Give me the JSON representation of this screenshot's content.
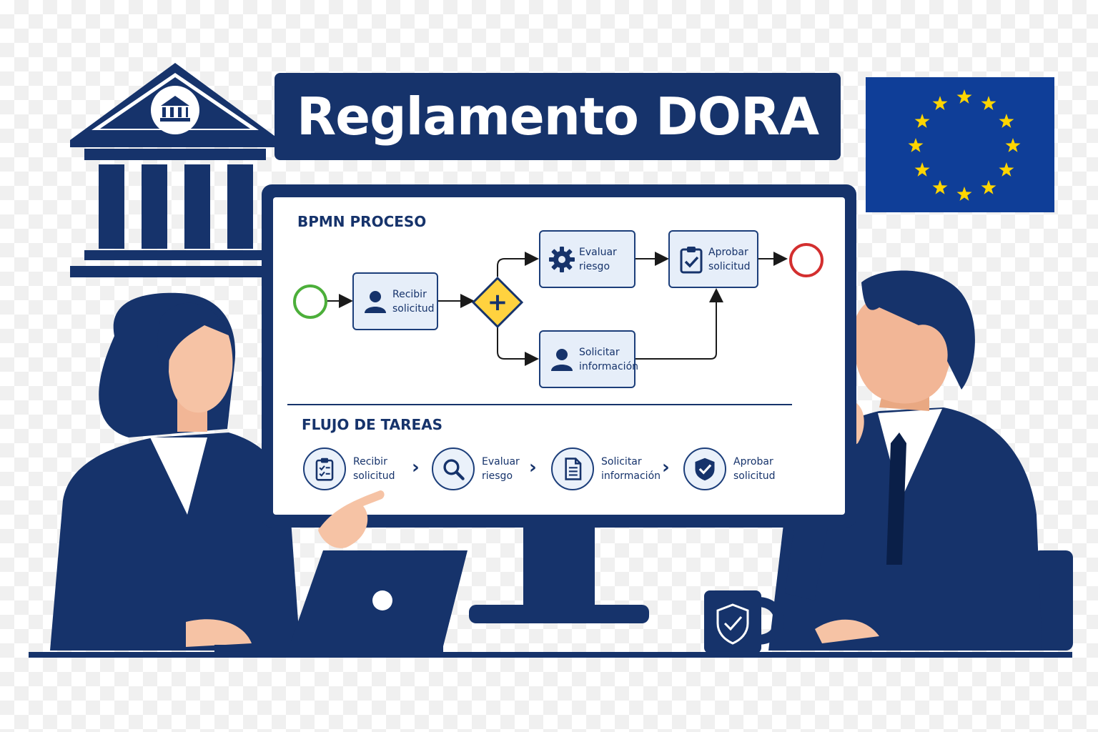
{
  "title": "Reglamento DORA",
  "bpmn": {
    "heading": "BPMN PROCESO",
    "tasks": {
      "recibir": {
        "line1": "Recibir",
        "line2": "solicitud",
        "icon": "user-icon"
      },
      "evaluar": {
        "line1": "Evaluar",
        "line2": "riesgo",
        "icon": "gear-icon"
      },
      "aprobar": {
        "line1": "Aprobar",
        "line2": "solicitud",
        "icon": "clipboard-check-icon"
      },
      "solicitar": {
        "line1": "Solicitar",
        "line2": "información",
        "icon": "user-icon"
      }
    },
    "gateway_symbol": "+"
  },
  "flujo": {
    "heading": "FLUJO DE TAREAS",
    "steps": [
      {
        "line1": "Recibir",
        "line2": "solicitud",
        "icon": "clipboard-check-icon"
      },
      {
        "line1": "Evaluar",
        "line2": "riesgo",
        "icon": "magnifier-icon"
      },
      {
        "line1": "Solicitar",
        "line2": "información",
        "icon": "document-icon"
      },
      {
        "line1": "Aprobar",
        "line2": "solicitud",
        "icon": "shield-check-icon"
      }
    ],
    "separator": "›"
  },
  "colors": {
    "navy": "#16336b",
    "eu_blue": "#0f3e98",
    "eu_star": "#ffd500",
    "start_event": "#4caf3a",
    "end_event": "#d32f2f",
    "gateway": "#ffd23f"
  }
}
